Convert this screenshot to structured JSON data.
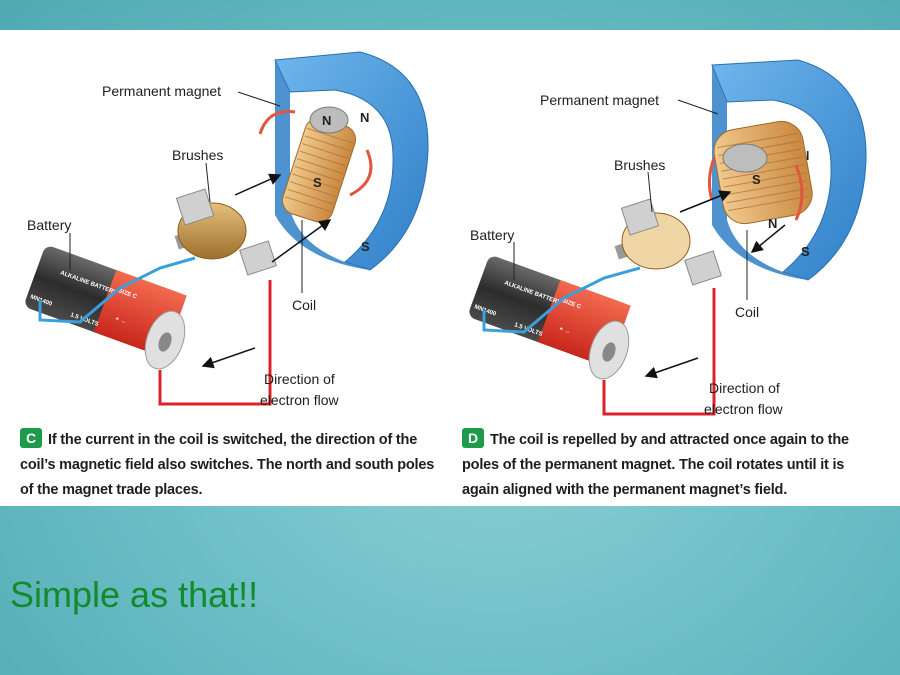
{
  "panel_c": {
    "labels": {
      "permanent_magnet": "Permanent magnet",
      "brushes": "Brushes",
      "battery": "Battery",
      "coil": "Coil",
      "direction_line1": "Direction of",
      "direction_line2": "electron flow"
    },
    "poles": {
      "magnet_top": "N",
      "magnet_bottom": "S",
      "coil_top": "N",
      "coil_bottom": "S"
    },
    "battery_text": {
      "brand": "ALKALINE BATTERY",
      "size": "SIZE C",
      "volts": "1.5 VOLTS",
      "model": "MN1400",
      "plus_minus": "+ →"
    },
    "badge": "C",
    "caption": "If the current in the coil is switched, the direction of the coil’s magnetic field also switches. The north and south poles of the magnet trade places."
  },
  "panel_d": {
    "labels": {
      "permanent_magnet": "Permanent magnet",
      "brushes": "Brushes",
      "battery": "Battery",
      "coil": "Coil",
      "direction_line1": "Direction of",
      "direction_line2": "electron flow"
    },
    "poles": {
      "magnet_top": "N",
      "magnet_bottom": "S",
      "coil_top": "S",
      "coil_bottom": "N"
    },
    "battery_text": {
      "brand": "ALKALINE BATTERY",
      "size": "SIZE C",
      "volts": "1.5 VOLTS",
      "model": "MN1400",
      "plus_minus": "+ →"
    },
    "badge": "D",
    "caption": "The coil is repelled by and attracted once again to the poles of the permanent magnet. The coil rotates until it is again aligned with the permanent magnet’s field."
  },
  "slogan": "Simple as that!!",
  "colors": {
    "magnet": "#3b8fd6",
    "coil": "#d9a35a",
    "wire_red": "#d8232a",
    "wire_blue": "#3aa0dc",
    "slogan": "#138a2b",
    "badge": "#1d9a4a"
  }
}
